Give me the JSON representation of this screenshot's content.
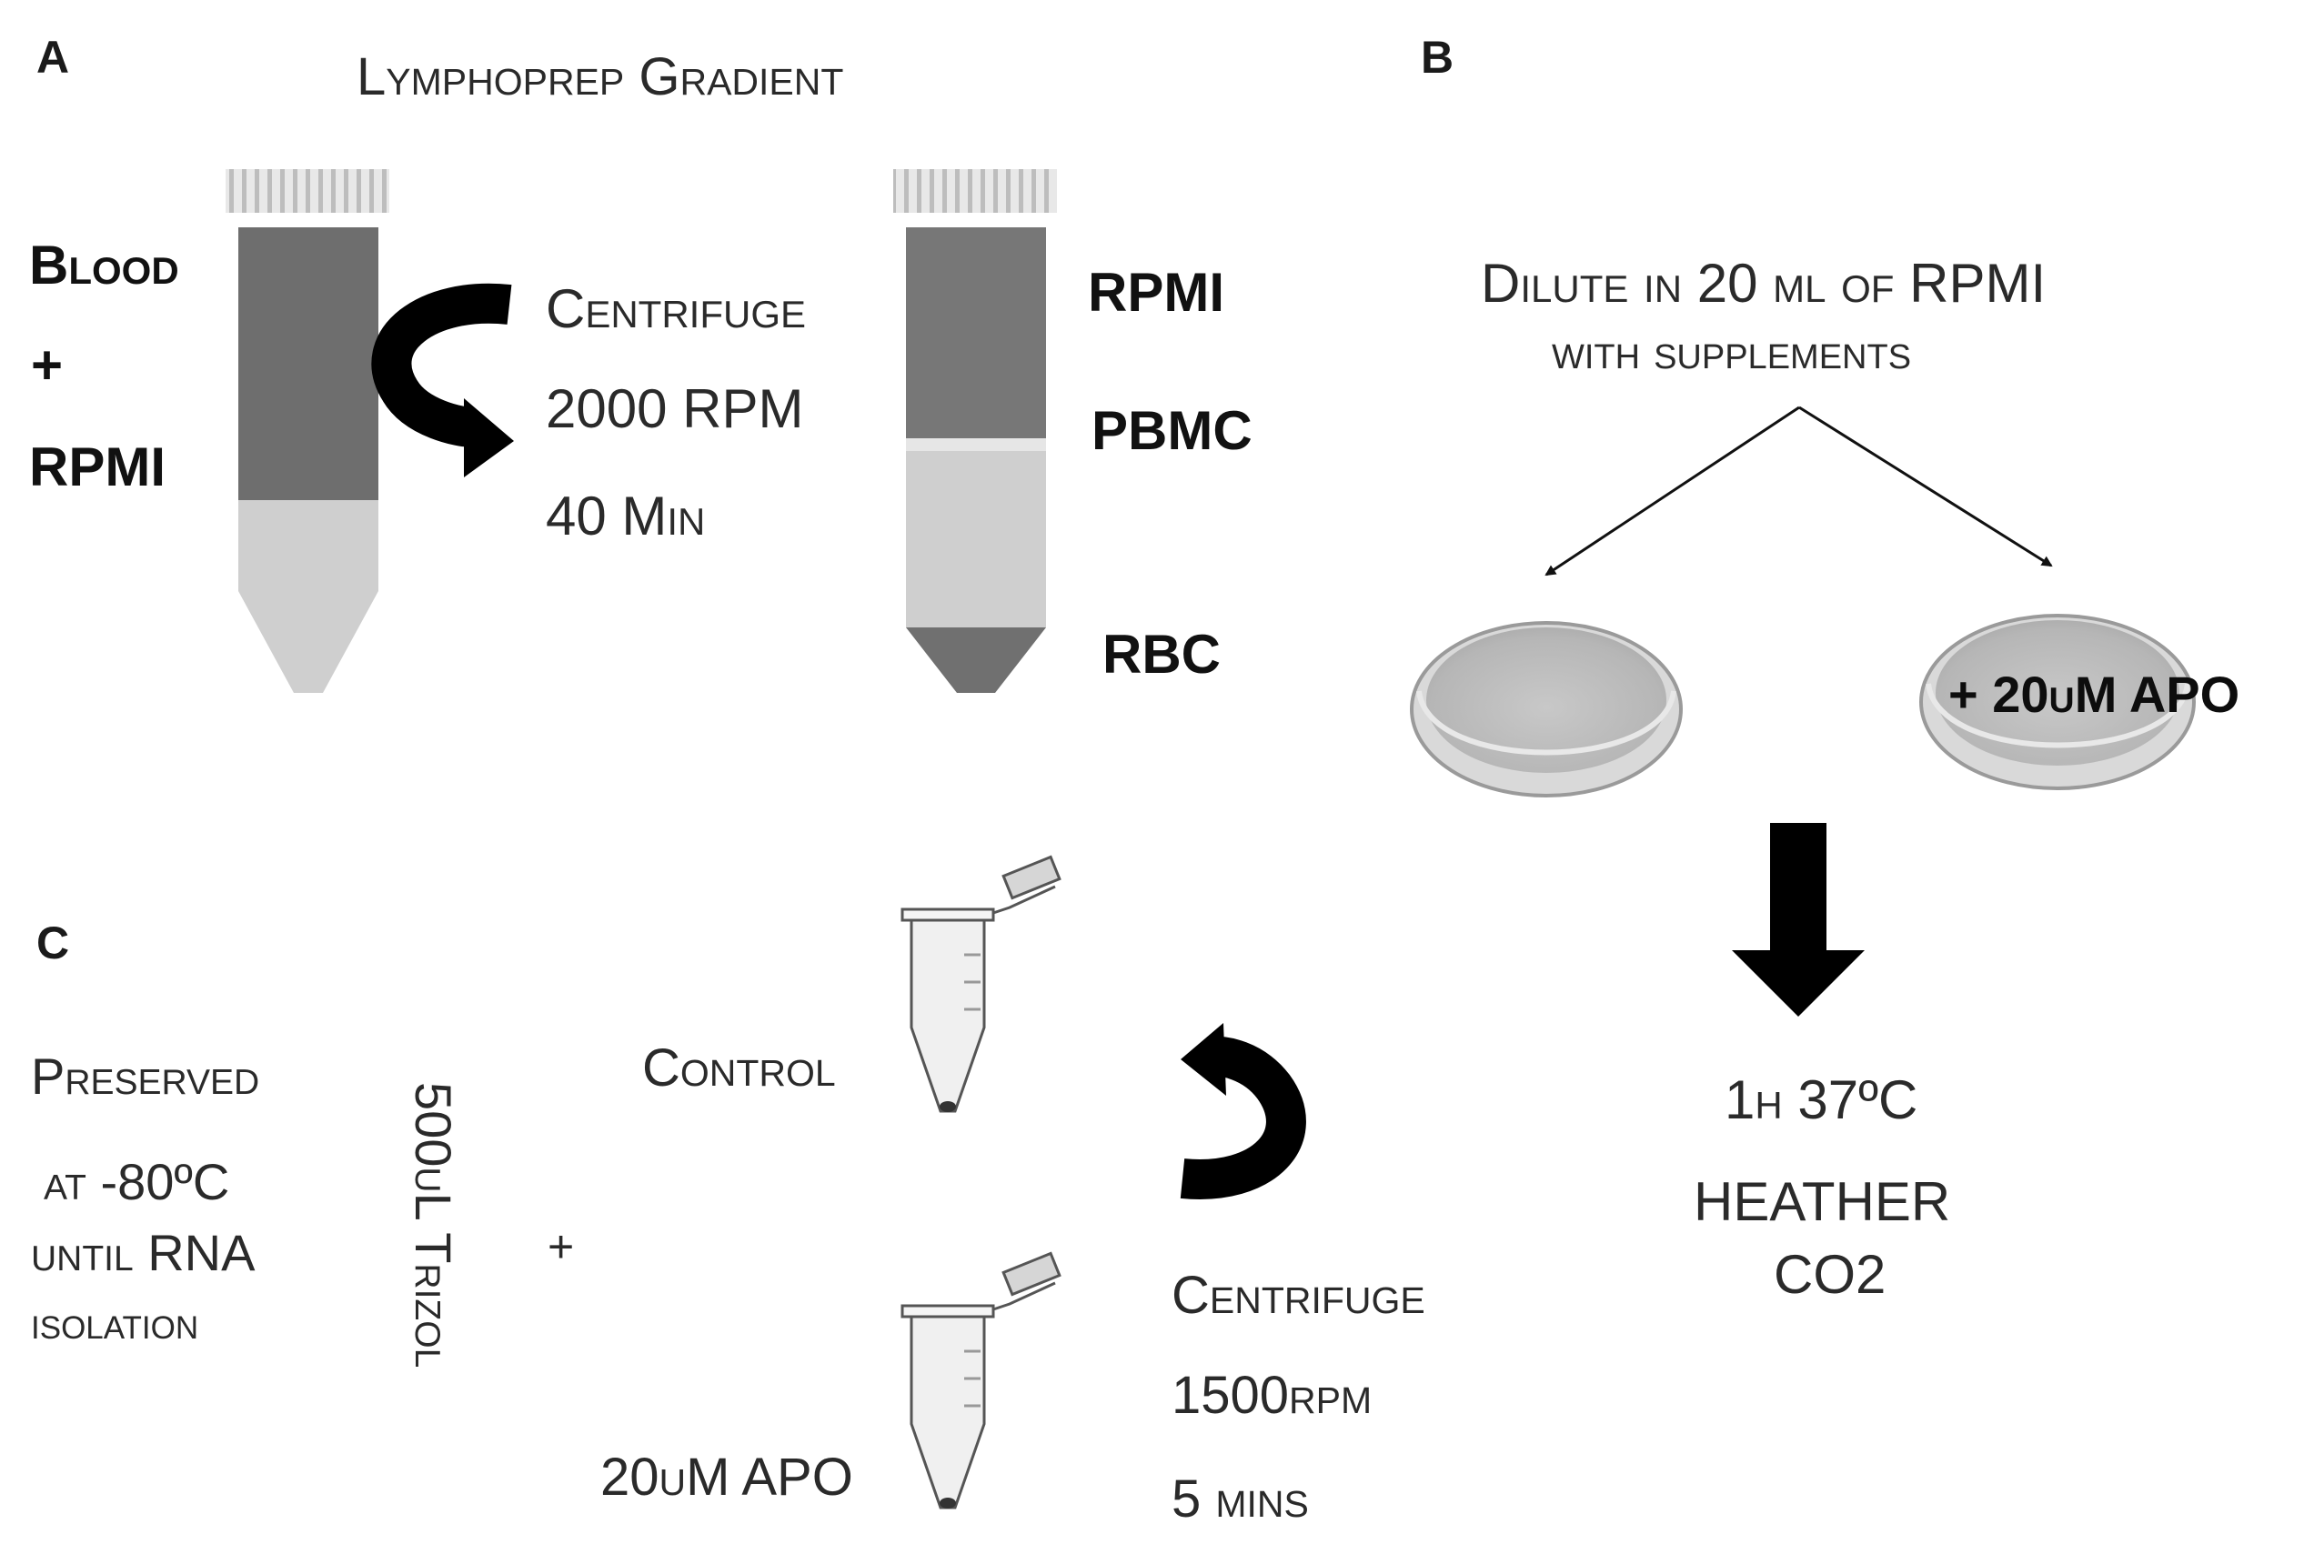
{
  "panels": {
    "a": "A",
    "b": "B",
    "c": "C"
  },
  "panel_a": {
    "title": "Lymphoprep Gradient",
    "tube_left_labels": {
      "blood": "Blood",
      "plus": "+",
      "rpmi": "RPMI"
    },
    "centrifuge": {
      "line1": "Centrifuge",
      "line2": "2000 RPM",
      "line3": "40 Min"
    },
    "tube_right_labels": {
      "rpmi": "RPMI",
      "pbmc": "PBMC",
      "rbc": "RBC"
    }
  },
  "panel_b": {
    "dilute_line1": "Dilute in 20 ml of RPMI",
    "dilute_line2": "with supplements",
    "dish_label": "+ 20uM APO",
    "incubation_line1": "1h 37ºC",
    "incubation_line2": "HEATHER",
    "incubation_line3": "CO2"
  },
  "panel_c": {
    "preserved": [
      "Preserved",
      "at -80ºC",
      "until RNA",
      "isolation"
    ],
    "trizol": "500uL Trizol",
    "plus": "+",
    "tube_control": "Control",
    "tube_apo": "20uM APO",
    "centrifuge": {
      "line1": "Centrifuge",
      "line2": "1500rpm",
      "line3": "5 mins"
    }
  },
  "colors": {
    "blood_layer": "#6e6e6e",
    "rpmi_layer": "#777777",
    "lower_layer": "#cfcfcf",
    "pbmc_band": "#e6e6e6",
    "rbc_layer": "#707070",
    "arrow": "#000000"
  }
}
